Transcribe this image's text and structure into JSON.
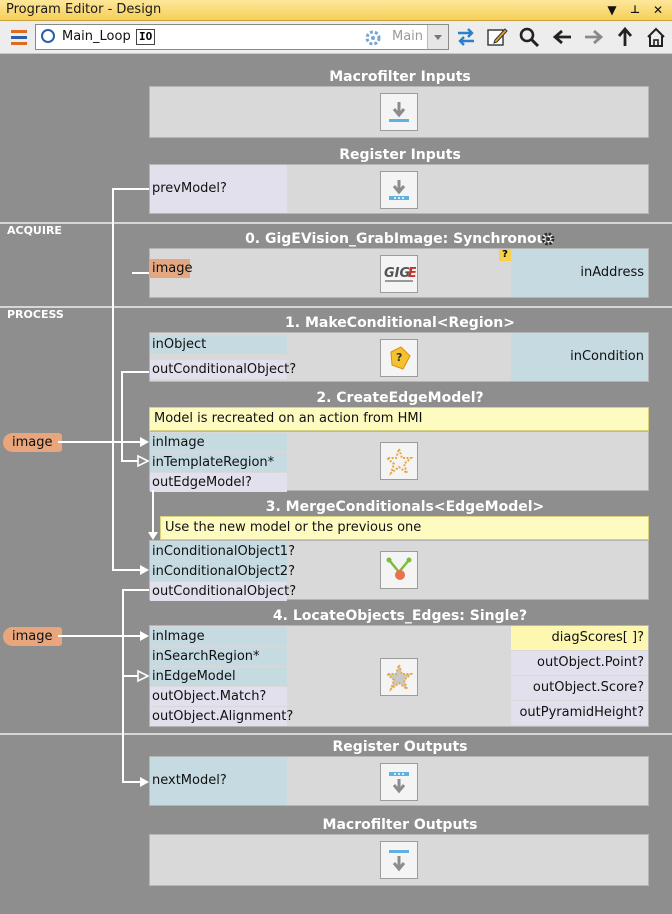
{
  "window": {
    "title": "Program Editor - Design",
    "buttons": [
      "▼",
      "📌",
      "✕"
    ]
  },
  "toolbar": {
    "program_name": "Main_Loop",
    "io_badge": "IO",
    "selected_worker": "Main",
    "buttons": [
      "menu-icon",
      "sync-icon",
      "edit-icon",
      "search-icon",
      "back-icon",
      "forward-icon",
      "up-icon",
      "home-icon"
    ]
  },
  "sections": {
    "acquire": "ACQUIRE",
    "process": "PROCESS"
  },
  "blocks": {
    "macrofilter_inputs": {
      "title": "Macrofilter Inputs"
    },
    "register_inputs": {
      "title": "Register Inputs",
      "pin": "prevModel?"
    },
    "grab": {
      "title": "0. GigEVision_GrabImage: Synchronous",
      "out": "image",
      "in": "inAddress",
      "question": "?",
      "logo": "GIGE"
    },
    "make_cond": {
      "title": "1. MakeConditional<Region>",
      "pins": [
        "inObject",
        "outConditionalObject?"
      ],
      "right": "inCondition"
    },
    "create_edge": {
      "title": "2. CreateEdgeModel?",
      "comment": "Model is recreated on an action from HMI",
      "pins": [
        "inImage",
        "inTemplateRegion*",
        "outEdgeModel?"
      ]
    },
    "merge": {
      "title": "3. MergeConditionals<EdgeModel>",
      "comment": "Use the new model or the previous one",
      "pins": [
        "inConditionalObject1?",
        "inConditionalObject2?",
        "outConditionalObject?"
      ]
    },
    "locate": {
      "title": "4. LocateObjects_Edges: Single?",
      "pins": [
        "inImage",
        "inSearchRegion*",
        "inEdgeModel",
        "outObject.Match?",
        "outObject.Alignment?"
      ],
      "right": [
        "diagScores[ ]?",
        "outObject.Point?",
        "outObject.Score?",
        "outPyramidHeight?"
      ]
    },
    "register_outputs": {
      "title": "Register Outputs",
      "pin": "nextModel?"
    },
    "macrofilter_outputs": {
      "title": "Macrofilter Outputs"
    }
  },
  "external_inputs": [
    "image",
    "image"
  ]
}
